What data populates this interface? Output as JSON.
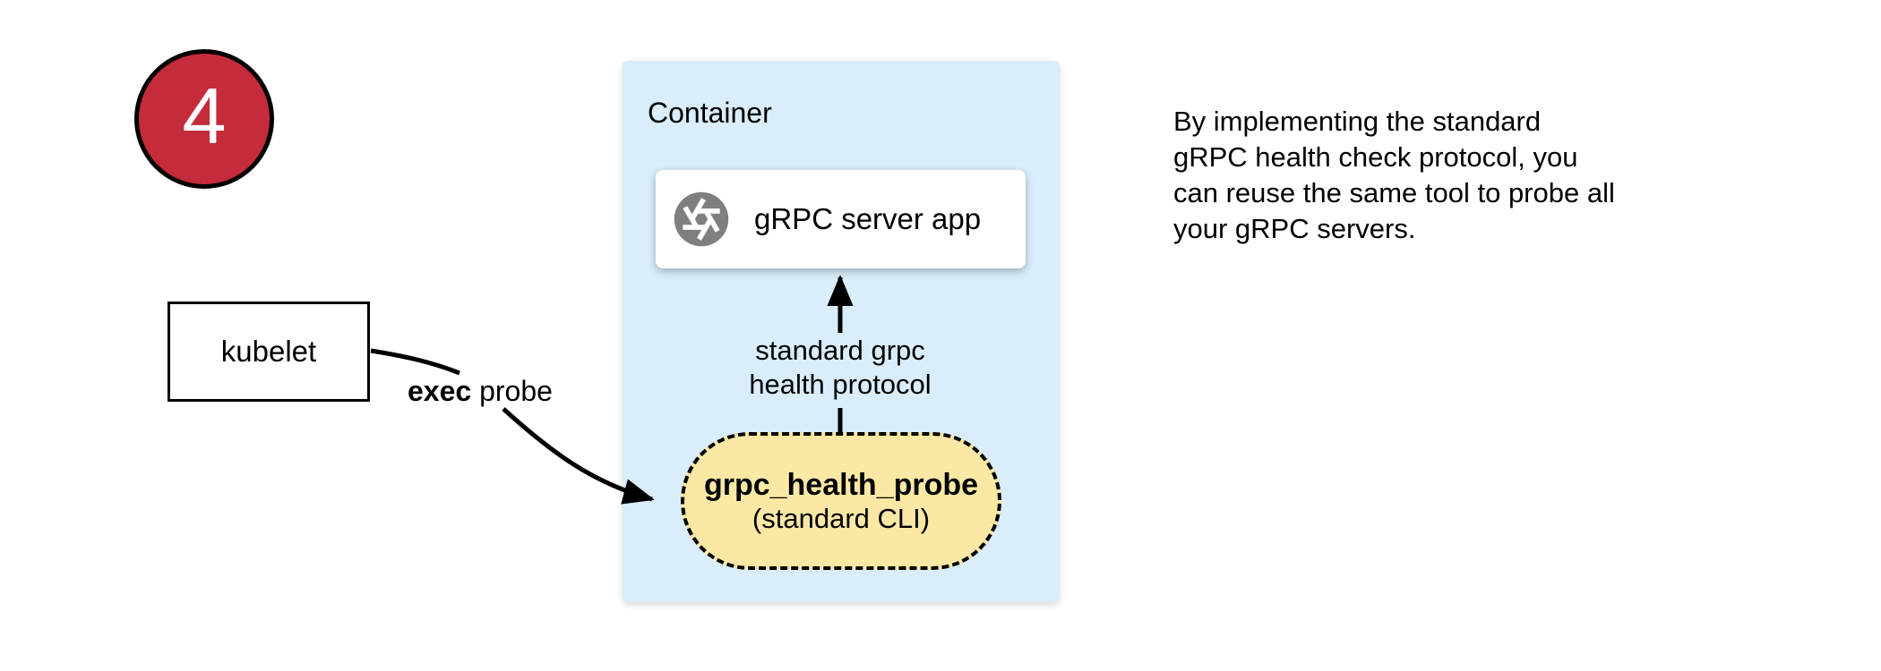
{
  "step_badge": {
    "number": "4"
  },
  "kubelet_box": {
    "label": "kubelet"
  },
  "exec_probe_label": {
    "bold": "exec",
    "rest": " probe"
  },
  "container": {
    "title": "Container",
    "server_box": {
      "label": "gRPC server app",
      "icon": "aperture-icon"
    },
    "protocol_arrow_label": [
      "standard grpc",
      "health protocol"
    ],
    "probe_pill": {
      "title": "grpc_health_probe",
      "subtitle": "(standard CLI)"
    }
  },
  "note": {
    "lines": [
      "By implementing the standard",
      "gRPC health check protocol, you",
      "can reuse the same tool to probe all",
      "your gRPC servers."
    ]
  },
  "colors": {
    "badge_red": "#c42b3b",
    "container_blue": "#d9edfa",
    "pill_yellow": "#fbe8a5",
    "icon_gray": "#7f7f7f"
  }
}
